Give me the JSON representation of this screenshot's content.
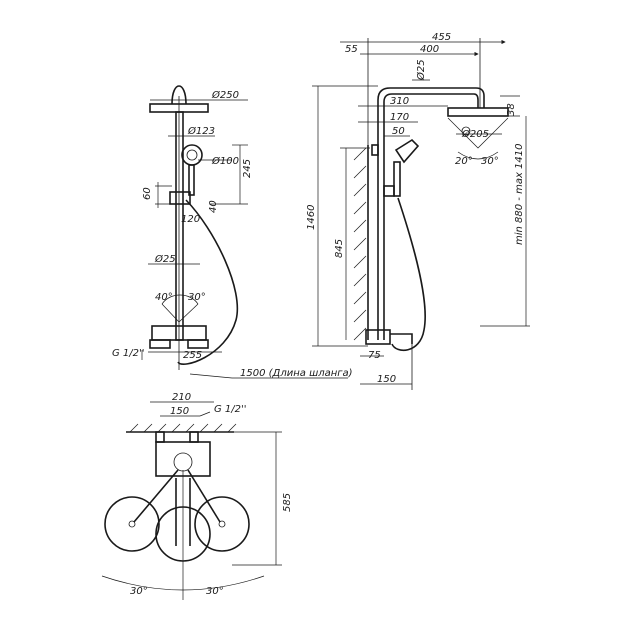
{
  "front_view": {
    "d_head": "Ø250",
    "d_hand": "Ø123",
    "d_hand_inner": "Ø100",
    "h245": "245",
    "h60": "60",
    "h40": "40",
    "w120": "120",
    "d_pipe": "Ø25",
    "ang_left": "40°",
    "ang_right": "30°",
    "thread": "G 1/2''",
    "w255": "255",
    "hose": "1500 (Длина шланга)"
  },
  "side_view": {
    "w455": "455",
    "w400": "400",
    "w55": "55",
    "d_pipe": "Ø25",
    "w310": "310",
    "w170": "170",
    "w50": "50",
    "d_head": "Ø205",
    "h38": "38",
    "ang_left": "20°",
    "ang_right": "30°",
    "h1460": "1460",
    "h845": "845",
    "range": "min 880 - max 1410",
    "w75": "75",
    "w150": "150"
  },
  "top_view": {
    "w210": "210",
    "w150": "150",
    "thread": "G 1/2''",
    "h585": "585",
    "ang_left": "30°",
    "ang_right": "30°"
  }
}
